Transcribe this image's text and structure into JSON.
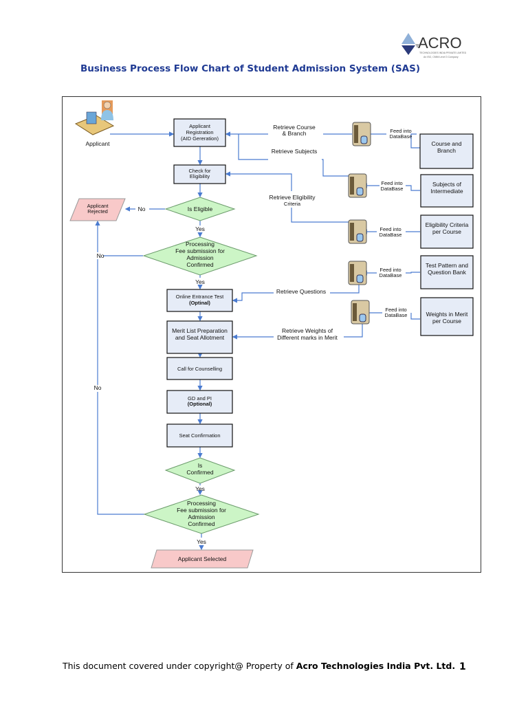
{
  "title": "Business Process Flow Chart of Student Admission System (SAS)",
  "logo": {
    "name": "ACRO",
    "tagline": "TECHNOLOGIES INDIA PRIVATE LIMITED",
    "sub": "An ISO, CMMi Level 3 Company"
  },
  "actor": {
    "label": "Applicant",
    "icon": "user-at-computer-icon"
  },
  "nodes": {
    "registration": [
      "Applicant",
      "Registration",
      "(AID Gereration)"
    ],
    "check": [
      "Check for",
      "Eligibility"
    ],
    "is_eligible": [
      "Is Eligible"
    ],
    "rejected": [
      "Applicant",
      "Rejected"
    ],
    "processing1": [
      "Processing",
      "Fee submission for",
      "Admission",
      "Confirmed"
    ],
    "online_test": [
      "Online Entrance Test",
      "(Optinal)"
    ],
    "merit": [
      "Merit List Preparation",
      "and Seat Allotment"
    ],
    "counselling": [
      "Call for Counselling"
    ],
    "gd_pi": [
      "GD and PI",
      "(Optional)"
    ],
    "seat": [
      "Seat Confirmation"
    ],
    "is_confirmed": [
      "Is",
      "Confirmed"
    ],
    "processing2": [
      "Processing",
      "Fee submission for",
      "Admission",
      "Confirmed"
    ],
    "selected": [
      "Applicant Selected"
    ]
  },
  "sources": {
    "course": [
      "Course and",
      "Branch"
    ],
    "subjects": [
      "Subjects of",
      "Intermediate"
    ],
    "eligibility": [
      "Eligibility Criteria",
      "per Course"
    ],
    "test": [
      "Test Pattern and",
      "Question Bank"
    ],
    "weights": [
      "Weights in Merit",
      "per Course"
    ]
  },
  "edge_labels": {
    "yes": "Yes",
    "no": "No",
    "feed": [
      "Feed into",
      "DataBase"
    ],
    "retrieve_course": [
      "Retrieve Course",
      "& Branch"
    ],
    "retrieve_subjects": [
      "Retrieve Subjects"
    ],
    "retrieve_eligibility": [
      "Retrieve Eligibility",
      "Criteria"
    ],
    "retrieve_questions": [
      "Retrieve Questions"
    ],
    "retrieve_weights": [
      "Retrieve Weights of",
      "Different marks in Merit"
    ]
  },
  "colors": {
    "process": "#e6ecf7",
    "decision": "#ccf5c6",
    "terminal": "#f8c9c9",
    "connector": "#4a7bd0",
    "title": "#1f3a93"
  },
  "footer": {
    "text": "This document covered under copyright@ Property of ",
    "company": "Acro Technologies India Pvt. Ltd.",
    "page": "1"
  }
}
